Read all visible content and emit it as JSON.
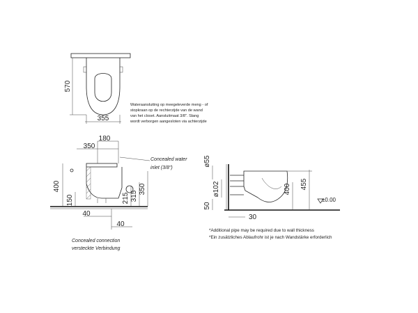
{
  "top_view": {
    "depth": "570",
    "width": "355"
  },
  "note_nl": [
    "Wateraansluiting op meegeleverde meng - of",
    "stopkraan op de rechterzijde van de wand",
    "van het closet. Aansluitmaat 3/8\". Slang",
    "wordt verborgen aangesloten via achterzijde"
  ],
  "side_view": {
    "dim_180": "180",
    "dim_350_top": "350",
    "dim_400": "400",
    "dim_150": "150",
    "dim_215": "215",
    "dim_315": "315",
    "dim_350_right": "350",
    "dim_40_a": "40",
    "dim_40_b": "40",
    "water_inlet_line1": "Concealed water",
    "water_inlet_line2": "inlet (3/8\")",
    "concealed_line1": "Concealed connection",
    "concealed_line2": "versteckte Verbindung"
  },
  "section_view": {
    "dia_55": "ø55",
    "dia_102": "ø102",
    "dim_50": "50",
    "dim_30": "30",
    "dim_400": "400",
    "dim_455": "455",
    "level": "±0.00"
  },
  "footnote_en": "*Additional pipe may be required due to wall thickness",
  "footnote_de": "*Ein zusätzliches Ablaufrohr ist je nach Wandstärke erforderlich"
}
